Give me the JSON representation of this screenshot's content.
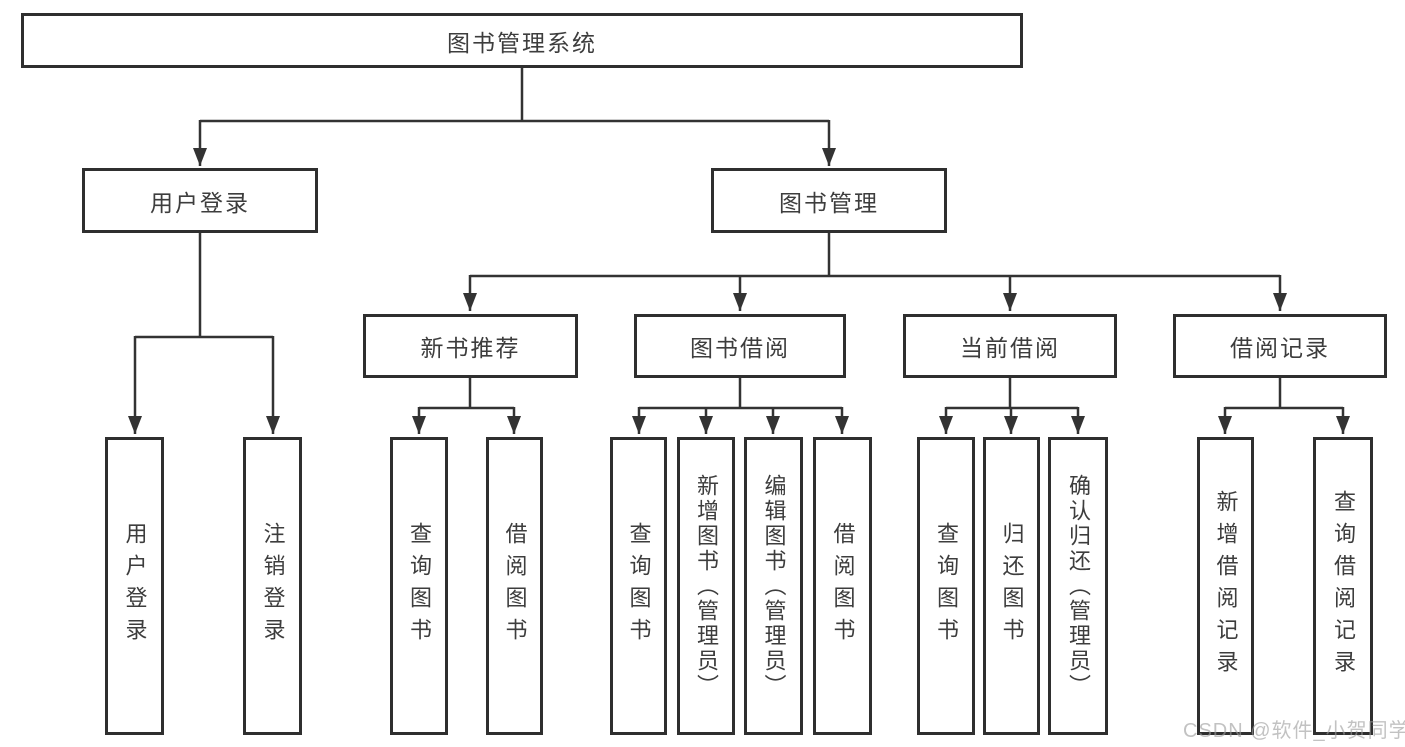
{
  "diagram_type": "hierarchy-tree",
  "colors": {
    "line": "#333333",
    "border": "#2f2f2f",
    "text": "#3d3d3d",
    "background": "#ffffff",
    "watermark": "#9e9e9e"
  },
  "tree": {
    "label": "图书管理系统",
    "children": [
      {
        "label": "用户登录",
        "children": [
          {
            "label": "用户登录"
          },
          {
            "label": "注销登录"
          }
        ]
      },
      {
        "label": "图书管理",
        "children": [
          {
            "label": "新书推荐",
            "children": [
              {
                "label": "查询图书"
              },
              {
                "label": "借阅图书"
              }
            ]
          },
          {
            "label": "图书借阅",
            "children": [
              {
                "label": "查询图书"
              },
              {
                "label": "新增图书（管理员）"
              },
              {
                "label": "编辑图书（管理员）"
              },
              {
                "label": "借阅图书"
              }
            ]
          },
          {
            "label": "当前借阅",
            "children": [
              {
                "label": "查询图书"
              },
              {
                "label": "归还图书"
              },
              {
                "label": "确认归还（管理员）"
              }
            ]
          },
          {
            "label": "借阅记录",
            "children": [
              {
                "label": "新增借阅记录"
              },
              {
                "label": "查询借阅记录"
              }
            ]
          }
        ]
      }
    ]
  },
  "watermark": "CSDN @软件_小贺同学"
}
